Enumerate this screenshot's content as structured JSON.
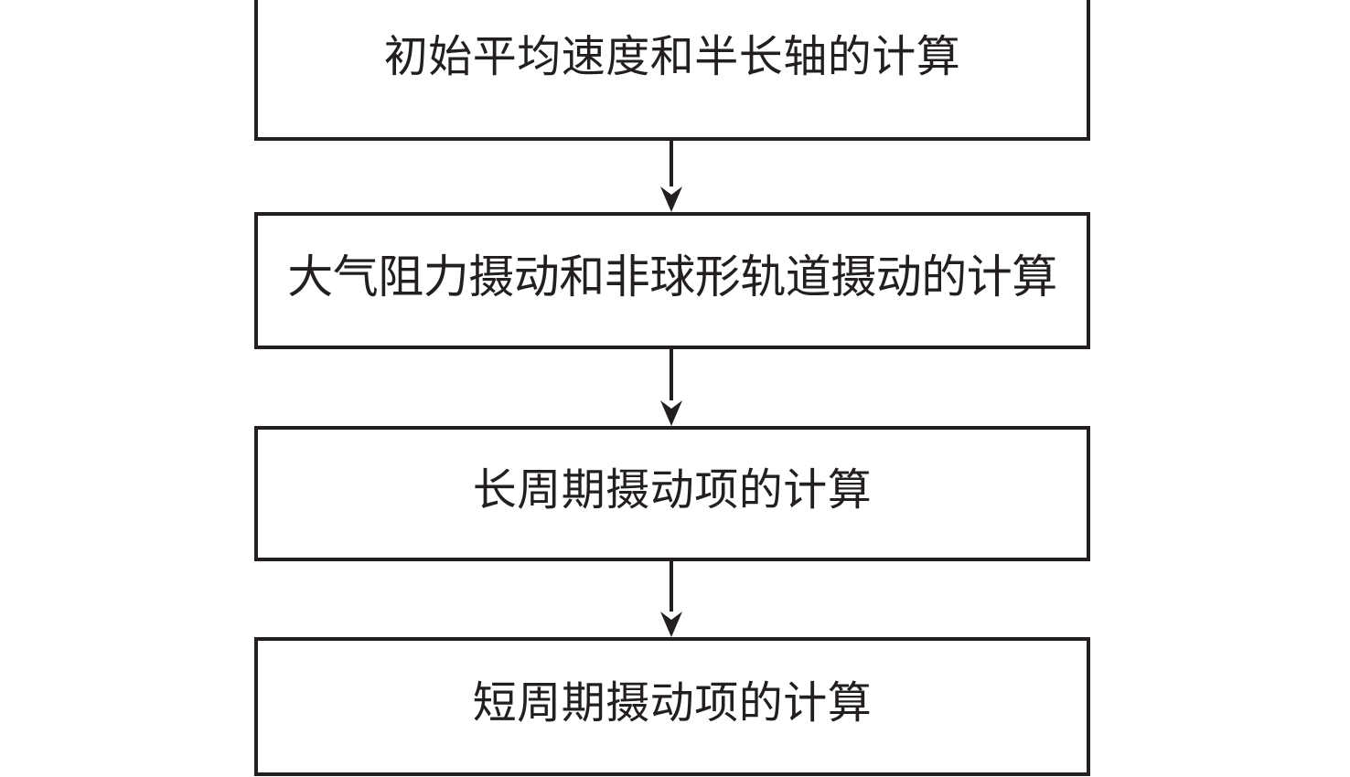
{
  "diagram": {
    "type": "flowchart",
    "orientation": "vertical-top-to-bottom",
    "background_color": "#ffffff",
    "line_color": "#231f20",
    "box_fill_color": "#ffffff",
    "nodes": [
      {
        "id": "node-1",
        "label": "初始平均速度和半长轴的计算"
      },
      {
        "id": "node-2",
        "label": "大气阻力摄动和非球形轨道摄动的计算"
      },
      {
        "id": "node-3",
        "label": "长周期摄动项的计算"
      },
      {
        "id": "node-4",
        "label": "短周期摄动项的计算"
      }
    ],
    "connectors": [
      {
        "id": "arrow-1",
        "from": "node-1",
        "to": "node-2",
        "style": "solid-arrow-down"
      },
      {
        "id": "arrow-2",
        "from": "node-2",
        "to": "node-3",
        "style": "solid-arrow-down"
      },
      {
        "id": "arrow-3",
        "from": "node-3",
        "to": "node-4",
        "style": "solid-arrow-down"
      }
    ]
  }
}
